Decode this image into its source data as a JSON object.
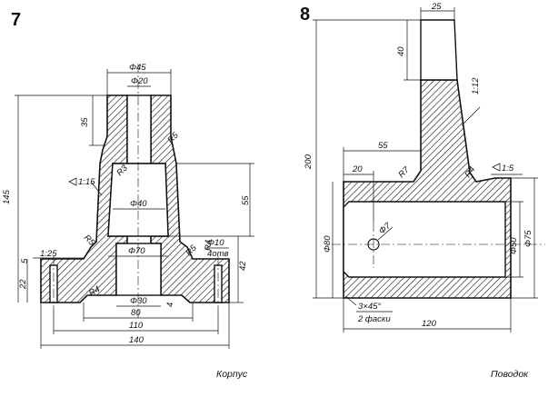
{
  "drawing7": {
    "number": "7",
    "caption": "Корпус",
    "dims": {
      "d45": "Φ45",
      "d20": "Φ20",
      "d40": "Φ40",
      "d70": "Φ70",
      "d30": "Φ30",
      "d10": "Φ10",
      "d10_note": "4отв",
      "h35": "35",
      "h145": "145",
      "h55": "55",
      "h42": "42",
      "h22": "22",
      "h5": "5",
      "h4": "4",
      "taper": "1:15",
      "slope": "1:25",
      "r5a": "R5",
      "r3": "R3",
      "r5b": "R5",
      "r5c": "R5",
      "r4a": "R4",
      "r4b": "R4",
      "w80": "80",
      "w110": "110",
      "w140": "140"
    }
  },
  "drawing8": {
    "number": "8",
    "caption": "Поводок",
    "dims": {
      "w25": "25",
      "h40": "40",
      "h200": "200",
      "w55": "55",
      "w20": "20",
      "r7": "R7",
      "r4": "R4",
      "slope12": "1:12",
      "taper5": "1:5",
      "d80": "Φ80",
      "d7": "Φ7",
      "d50": "Φ50",
      "d75": "Φ75",
      "chamfer": "3×45°",
      "chamfer_note": "2 фаски",
      "w120": "120"
    }
  }
}
